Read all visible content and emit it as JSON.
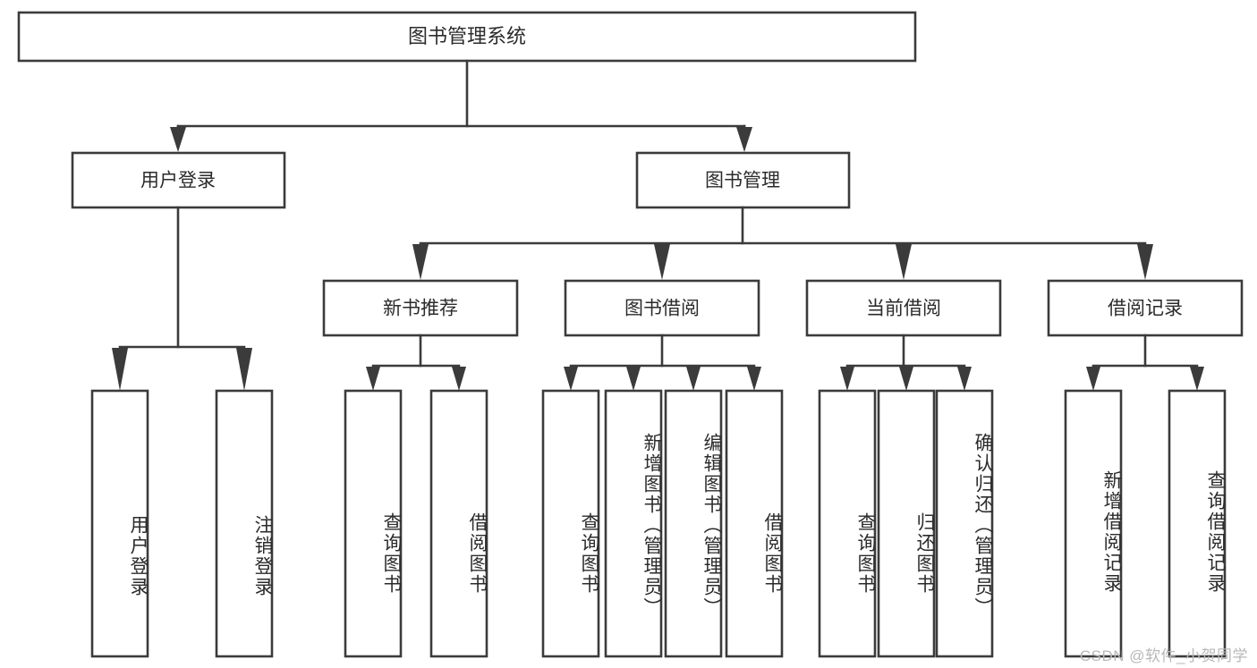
{
  "diagram": {
    "type": "tree-hierarchy",
    "title": "图书管理系统",
    "watermark": "CSDN @软件_小贺同学",
    "colors": {
      "stroke": "#3b3b3b",
      "box_fill": "#ffffff",
      "text": "#2b2b2b",
      "background": "#ffffff",
      "watermark": "#b8b8b8"
    },
    "root": {
      "id": "root",
      "label": "图书管理系统"
    },
    "level2": [
      {
        "id": "user-login",
        "label": "用户登录"
      },
      {
        "id": "book-manage",
        "label": "图书管理"
      }
    ],
    "level3": [
      {
        "id": "new-book-recommend",
        "label": "新书推荐",
        "parent": "book-manage"
      },
      {
        "id": "book-borrow",
        "label": "图书借阅",
        "parent": "book-manage"
      },
      {
        "id": "current-borrow",
        "label": "当前借阅",
        "parent": "book-manage"
      },
      {
        "id": "borrow-record",
        "label": "借阅记录",
        "parent": "book-manage"
      }
    ],
    "leaves": [
      {
        "id": "leaf-user-login",
        "label": "用户登录",
        "parent": "user-login"
      },
      {
        "id": "leaf-logout",
        "label": "注销登录",
        "parent": "user-login"
      },
      {
        "id": "leaf-query-book-1",
        "label": "查询图书",
        "parent": "new-book-recommend"
      },
      {
        "id": "leaf-borrow-book-1",
        "label": "借阅图书",
        "parent": "new-book-recommend"
      },
      {
        "id": "leaf-query-book-2",
        "label": "查询图书",
        "parent": "book-borrow"
      },
      {
        "id": "leaf-add-book",
        "label": "新增图书（管理员）",
        "parent": "book-borrow"
      },
      {
        "id": "leaf-edit-book",
        "label": "编辑图书（管理员）",
        "parent": "book-borrow"
      },
      {
        "id": "leaf-borrow-book-2",
        "label": "借阅图书",
        "parent": "book-borrow"
      },
      {
        "id": "leaf-query-book-3",
        "label": "查询图书",
        "parent": "current-borrow"
      },
      {
        "id": "leaf-return-book",
        "label": "归还图书",
        "parent": "current-borrow"
      },
      {
        "id": "leaf-confirm-return",
        "label": "确认归还（管理员）",
        "parent": "current-borrow"
      },
      {
        "id": "leaf-add-record",
        "label": "新增借阅记录",
        "parent": "borrow-record"
      },
      {
        "id": "leaf-query-record",
        "label": "查询借阅记录",
        "parent": "borrow-record"
      }
    ]
  }
}
